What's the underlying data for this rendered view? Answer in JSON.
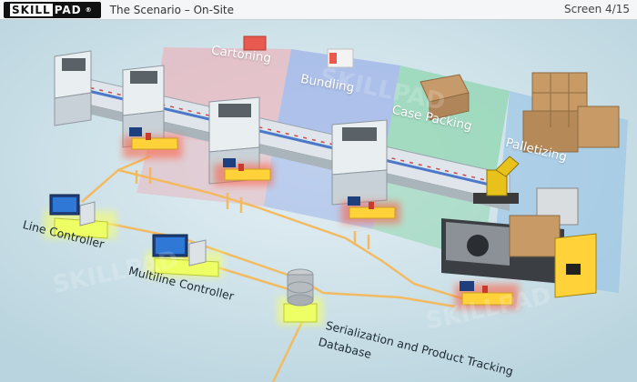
{
  "header": {
    "logo_left": "SKILL",
    "logo_right": "PAD",
    "logo_mark": "®",
    "title": "The Scenario – On-Site",
    "screen": "Screen 4/15"
  },
  "zones": {
    "cartoning": "Cartoning",
    "bundling": "Bundling",
    "case_packing": "Case Packing",
    "palletizing": "Palletizing"
  },
  "labels": {
    "line_controller": "Line Controller",
    "multiline_controller": "Multiline Controller",
    "serialization_1": "Serialization and Product Tracking",
    "serialization_2": "Database"
  },
  "watermark": "SKILLPAD",
  "colors": {
    "zone_pink": "#e8b7bf",
    "zone_blue": "#9db3e8",
    "zone_green": "#8fd6b0",
    "zone_lightblue": "#9cc6e6",
    "glow_yellow": "#f6ff6a",
    "wire_orange": "#f4b95c",
    "device_yellow": "#ffd23a"
  }
}
